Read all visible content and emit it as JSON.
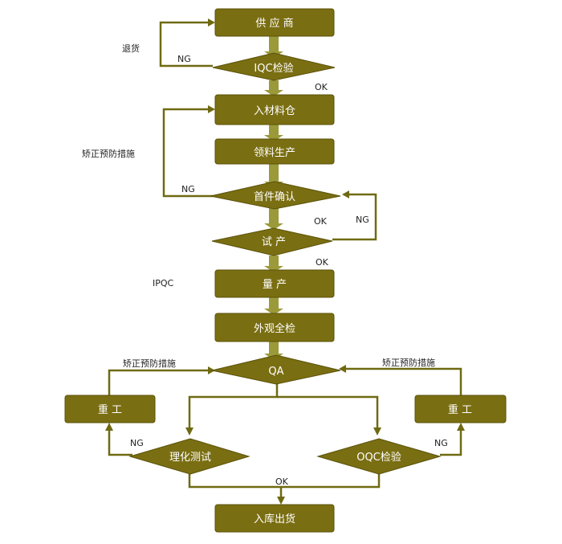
{
  "nodes": {
    "supplier": "供 应 商",
    "iqc": "IQC检验",
    "warehouse_in": "入材料仓",
    "material_production": "领料生产",
    "first_article": "首件确认",
    "trial": "试   产",
    "mass": "量          产",
    "visual_full": "外观全检",
    "qa": "QA",
    "rework_left": "重     工",
    "rework_right": "重     工",
    "physical_test": "理化测试",
    "oqc": "OQC检验",
    "ship": "入库出货"
  },
  "labels": {
    "return": "退货",
    "ng_iqc": "NG",
    "ok_iqc": "OK",
    "corrective_upper": "矫正预防措施",
    "ng_first": "NG",
    "ok_first": "OK",
    "ng_trial": "NG",
    "ok_trial": "OK",
    "ipqc": "IPQC",
    "corrective_left": "矫正预防措施",
    "corrective_right": "矫正预防措施",
    "ng_left": "NG",
    "ng_right": "NG",
    "ok_bottom": "OK"
  },
  "colors": {
    "node_fill": "#7a6e12",
    "line": "#6f6a12",
    "shaft": "#9a9a3a"
  }
}
